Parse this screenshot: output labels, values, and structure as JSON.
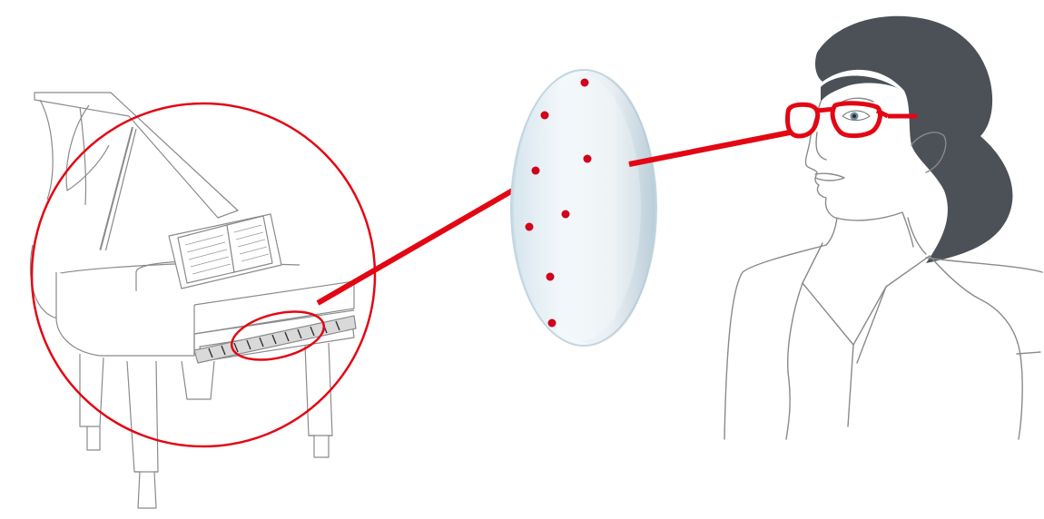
{
  "figure": {
    "description_elements": [
      "grand-piano",
      "magnifier-circle",
      "keyboard-highlight",
      "lens",
      "focus-dots",
      "woman-with-glasses",
      "connector-lines"
    ]
  },
  "colors": {
    "accent": "#e30613",
    "line_art": "#8a8a8a",
    "hair": "#4b5157",
    "lens_fill": "#e7f1f6",
    "lens_edge": "#b9cfdc",
    "background": "#ffffff"
  },
  "focus_dots": {
    "count": 8
  }
}
